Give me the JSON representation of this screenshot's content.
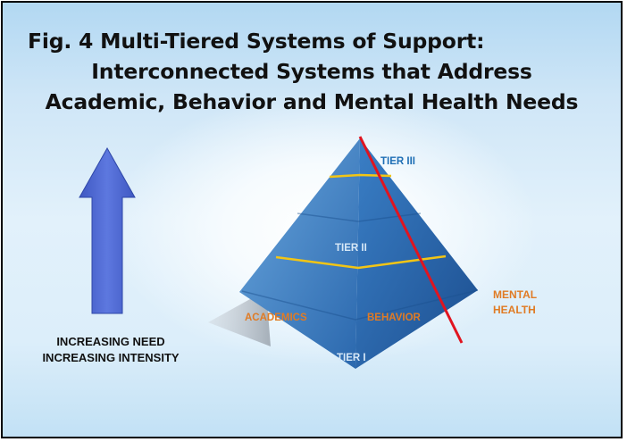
{
  "title": {
    "line1": "Fig. 4   Multi-Tiered Systems of Support:",
    "line2": "Interconnected Systems that Address",
    "line3": "Academic, Behavior and Mental Health Needs"
  },
  "tiers": {
    "tier3": "TIER III",
    "tier2": "TIER II",
    "tier1": "TIER I"
  },
  "domains": {
    "academics": "ACADEMICS",
    "behavior": "BEHAVIOR",
    "mental_health_line1": "MENTAL",
    "mental_health_line2": "HEALTH"
  },
  "arrow_caption": {
    "line1": "INCREASING NEED",
    "line2": "INCREASING INTENSITY"
  },
  "colors": {
    "tier_label": "#d7e8f7",
    "tier3_label": "#1f6fb5",
    "domain_label": "#e07b24",
    "divider": "#f2c515",
    "mental_health_line": "#e0141f",
    "arrow": "#4a63cc"
  }
}
